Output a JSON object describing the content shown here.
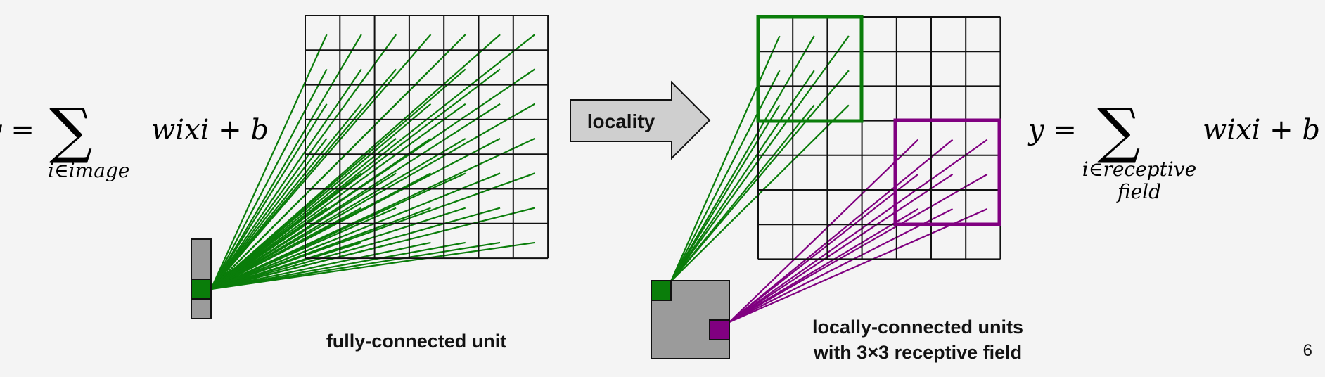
{
  "slide": {
    "page_number": "6"
  },
  "left_formula": {
    "lhs": "y =",
    "sum_symbol": "∑",
    "subscript": "i∈image",
    "rhs": "wixi + b"
  },
  "arrow_label": "locality",
  "right_formula": {
    "lhs": "y =",
    "sum_symbol": "∑",
    "subscript_line1": "i∈receptive",
    "subscript_line2": "field",
    "rhs": "wixi + b"
  },
  "captions": {
    "fully_connected": "fully-connected unit",
    "locally_connected_line1": "locally-connected units",
    "locally_connected_line2": "with 3×3 receptive field"
  },
  "colors": {
    "background": "#f4f4f4",
    "green": "#0a7d0a",
    "purple": "#800080",
    "gray_unit": "#9b9b9b",
    "arrow_fill": "#cfcfcf",
    "grid": "#111111"
  },
  "grid": {
    "rows": 7,
    "cols": 7
  },
  "receptive_field": {
    "size": 3
  }
}
